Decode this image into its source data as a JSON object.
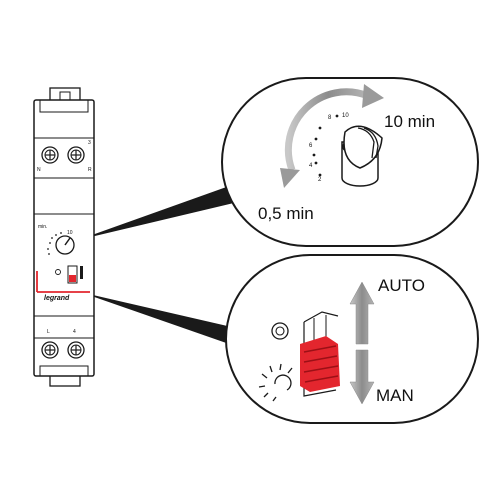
{
  "device": {
    "brand": "legrand",
    "terminal_top_left": "N",
    "terminal_top_right": "3",
    "terminal_bottom_left": "L",
    "terminal_bottom_right": "4",
    "dial_caption": "min.",
    "dial_max": "10",
    "side_mark": "R"
  },
  "dial_callout": {
    "max_label": "10 min",
    "min_label": "0,5 min",
    "scale_ticks": [
      "8",
      "10",
      "6",
      "4",
      "2"
    ]
  },
  "switch_callout": {
    "auto_label": "AUTO",
    "man_label": "MAN",
    "switch_color": "#e3262e"
  },
  "colors": {
    "accent_red": "#e3262e",
    "outline": "#1a1a1a",
    "arrow_gray": "#9a9a9a"
  },
  "icons": [
    "auto-circle-icon",
    "manual-sun-icon",
    "up-arrow-icon",
    "down-arrow-icon",
    "rotate-arrow-icon"
  ]
}
